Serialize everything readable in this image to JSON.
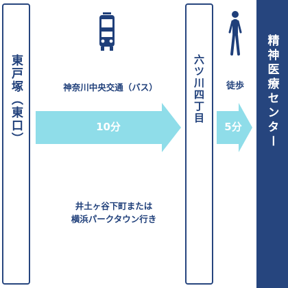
{
  "origin": {
    "name": "東戸塚（東口）"
  },
  "bus": {
    "icon": "bus-icon",
    "operator": "神奈川中央交通（バス）",
    "duration": "10分",
    "routes": [
      "井土ヶ谷下町または",
      "横浜パークタウン行き"
    ]
  },
  "stop": {
    "name": "六ツ川四丁目"
  },
  "walk": {
    "icon": "walking-person-icon",
    "mode": "徒歩",
    "duration": "5分"
  },
  "destination": {
    "name": "精神医療センター"
  },
  "colors": {
    "navy": "#26457e",
    "arrow": "#8fdde9",
    "white": "#ffffff"
  }
}
